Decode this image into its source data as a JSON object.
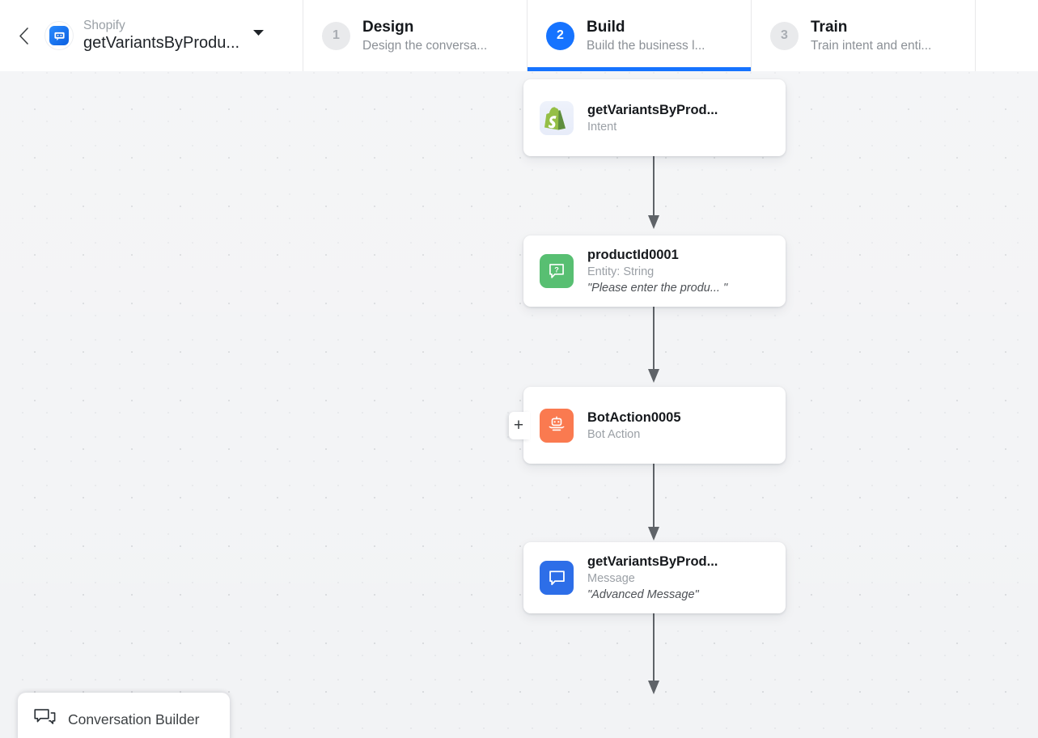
{
  "header": {
    "back_icon": "chevron-left-icon",
    "app_icon": "bot-avatar-icon",
    "bot_category": "Shopify",
    "bot_name": "getVariantsByProdu...",
    "caret_icon": "chevron-down-icon",
    "steps": [
      {
        "number": "1",
        "title": "Design",
        "subtitle": "Design the conversa...",
        "active": false
      },
      {
        "number": "2",
        "title": "Build",
        "subtitle": "Build the business l...",
        "active": true
      },
      {
        "number": "3",
        "title": "Train",
        "subtitle": "Train intent and enti...",
        "active": false
      }
    ],
    "active_color": "#1673ff"
  },
  "canvas": {
    "nodes": [
      {
        "title": "getVariantsByProd...",
        "type": "Intent",
        "quote": "",
        "icon": "shopify-bag-icon",
        "icon_color": "#95bf47",
        "has_plus": false
      },
      {
        "title": "productId0001",
        "type": "Entity: String",
        "quote": "\"Please enter the produ... \"",
        "icon": "question-bubble-icon",
        "icon_color": "#58bf72",
        "has_plus": false
      },
      {
        "title": "BotAction0005",
        "type": "Bot Action",
        "quote": "",
        "icon": "robot-icon",
        "icon_color": "#fa7a50",
        "has_plus": true,
        "plus_label": "+"
      },
      {
        "title": "getVariantsByProd...",
        "type": "Message",
        "quote": "\"Advanced Message\"",
        "icon": "message-bubble-icon",
        "icon_color": "#2d6ee8",
        "has_plus": false
      }
    ]
  },
  "footer": {
    "conversation_builder_label": "Conversation Builder",
    "conversation_builder_icon": "chat-bubbles-icon"
  }
}
